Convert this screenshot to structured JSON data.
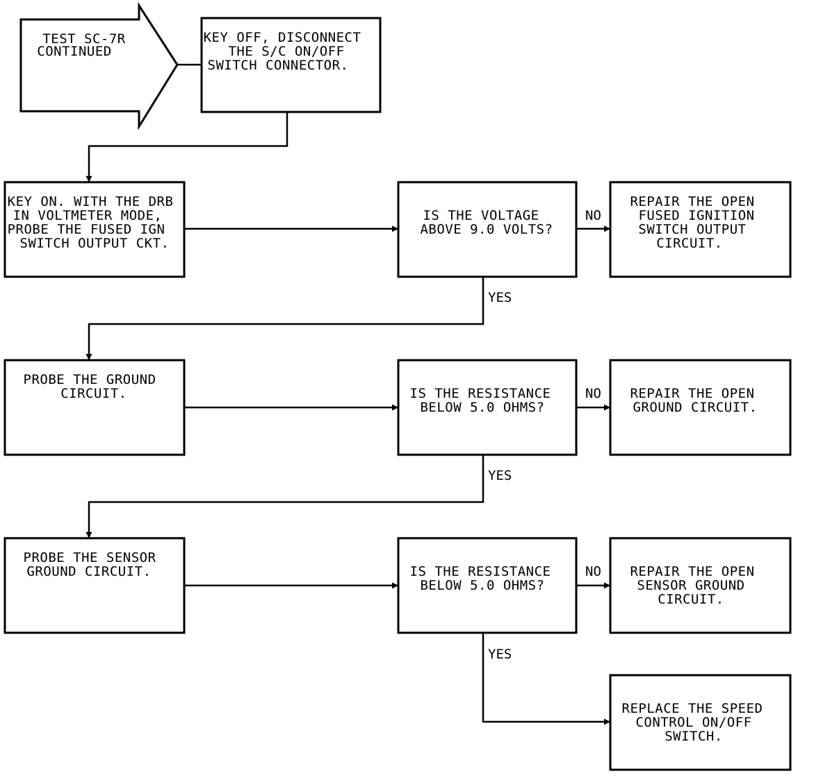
{
  "colors": {
    "stroke": "#000000",
    "background": "#ffffff"
  },
  "start": {
    "lines": [
      "TEST SC-7R",
      "CONTINUED"
    ]
  },
  "steps": [
    {
      "lines": [
        "KEY OFF, DISCONNECT",
        "THE S/C ON/OFF",
        "SWITCH CONNECTOR."
      ]
    },
    {
      "lines": [
        "KEY ON. WITH THE DRB",
        "IN VOLTMETER MODE,",
        "PROBE THE FUSED IGN",
        "SWITCH OUTPUT CKT."
      ]
    },
    {
      "lines": [
        "PROBE THE GROUND",
        "CIRCUIT."
      ]
    },
    {
      "lines": [
        "PROBE THE SENSOR",
        "GROUND CIRCUIT."
      ]
    }
  ],
  "decisions": [
    {
      "lines": [
        "IS THE VOLTAGE",
        "ABOVE 9.0 VOLTS?"
      ]
    },
    {
      "lines": [
        "IS THE RESISTANCE",
        "BELOW 5.0 OHMS?"
      ]
    },
    {
      "lines": [
        "IS THE RESISTANCE",
        "BELOW 5.0 OHMS?"
      ]
    }
  ],
  "results": [
    {
      "lines": [
        "REPAIR THE OPEN",
        "FUSED IGNITION",
        "SWITCH OUTPUT",
        "CIRCUIT."
      ]
    },
    {
      "lines": [
        "REPAIR THE OPEN",
        "GROUND CIRCUIT."
      ]
    },
    {
      "lines": [
        "REPAIR THE OPEN",
        "SENSOR GROUND",
        "CIRCUIT."
      ]
    },
    {
      "lines": [
        "REPLACE THE SPEED",
        "CONTROL ON/OFF",
        "SWITCH."
      ]
    }
  ],
  "labels": {
    "no": "NO",
    "yes": "YES"
  }
}
